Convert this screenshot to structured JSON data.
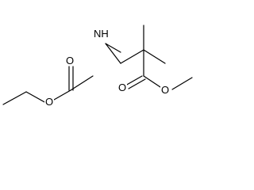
{
  "structure": {
    "atoms": {
      "carbamate_carbonyl_oxygen": "O",
      "ether_oxygen": "O",
      "nitrogen": "NH",
      "ester_carbonyl_oxygen": "O",
      "ester_oxygen": "O"
    },
    "colors": {
      "bond": "#000000",
      "label": "#000000",
      "background": "#ffffff"
    }
  }
}
